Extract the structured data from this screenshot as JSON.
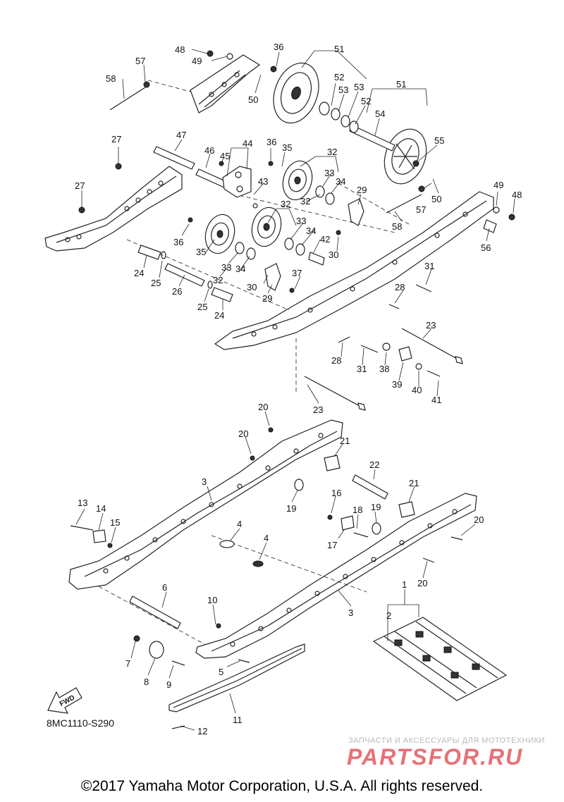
{
  "labels": {
    "n1": "1",
    "n2": "2",
    "n3a": "3",
    "n3b": "3",
    "n4a": "4",
    "n4b": "4",
    "n5": "5",
    "n6": "6",
    "n7": "7",
    "n8": "8",
    "n9": "9",
    "n10": "10",
    "n11": "11",
    "n12": "12",
    "n13": "13",
    "n14": "14",
    "n15": "15",
    "n16": "16",
    "n17": "17",
    "n18": "18",
    "n19a": "19",
    "n19b": "19",
    "n20a": "20",
    "n20b": "20",
    "n20c": "20",
    "n20d": "20",
    "n21a": "21",
    "n21b": "21",
    "n22": "22",
    "n23a": "23",
    "n23b": "23",
    "n24a": "24",
    "n24b": "24",
    "n25a": "25",
    "n25b": "25",
    "n26": "26",
    "n27a": "27",
    "n27b": "27",
    "n28a": "28",
    "n28b": "28",
    "n29a": "29",
    "n29b": "29",
    "n30a": "30",
    "n30b": "30",
    "n31a": "31",
    "n31b": "31",
    "n32a": "32",
    "n32b": "32",
    "n32c": "32",
    "n32d": "32",
    "n33a": "33",
    "n33b": "33",
    "n33c": "33",
    "n34a": "34",
    "n34b": "34",
    "n34c": "34",
    "n35a": "35",
    "n35b": "35",
    "n36a": "36",
    "n36b": "36",
    "n36c": "36",
    "n37": "37",
    "n38": "38",
    "n39": "39",
    "n40": "40",
    "n41": "41",
    "n42": "42",
    "n43": "43",
    "n44": "44",
    "n45": "45",
    "n46": "46",
    "n47": "47",
    "n48a": "48",
    "n48b": "48",
    "n49a": "49",
    "n49b": "49",
    "n50a": "50",
    "n50b": "50",
    "n51a": "51",
    "n51b": "51",
    "n52a": "52",
    "n52b": "52",
    "n53a": "53",
    "n53b": "53",
    "n54": "54",
    "n55": "55",
    "n56": "56",
    "n57a": "57",
    "n57b": "57",
    "n58a": "58",
    "n58b": "58",
    "fwd": "FWD"
  },
  "catalog_code": "8MC1110-S290",
  "watermark": {
    "tagline": "ЗАПЧАСТИ И АКСЕССУАРЫ ДЛЯ МОТОТЕХНИКИ",
    "brand": "PARTSFOR.RU"
  },
  "copyright": "©2017 Yamaha Motor Corporation, U.S.A. All rights reserved.",
  "colors": {
    "watermark_brand": "#e25a5f",
    "watermark_tagline": "#b9b9b9",
    "line": "#222222"
  }
}
